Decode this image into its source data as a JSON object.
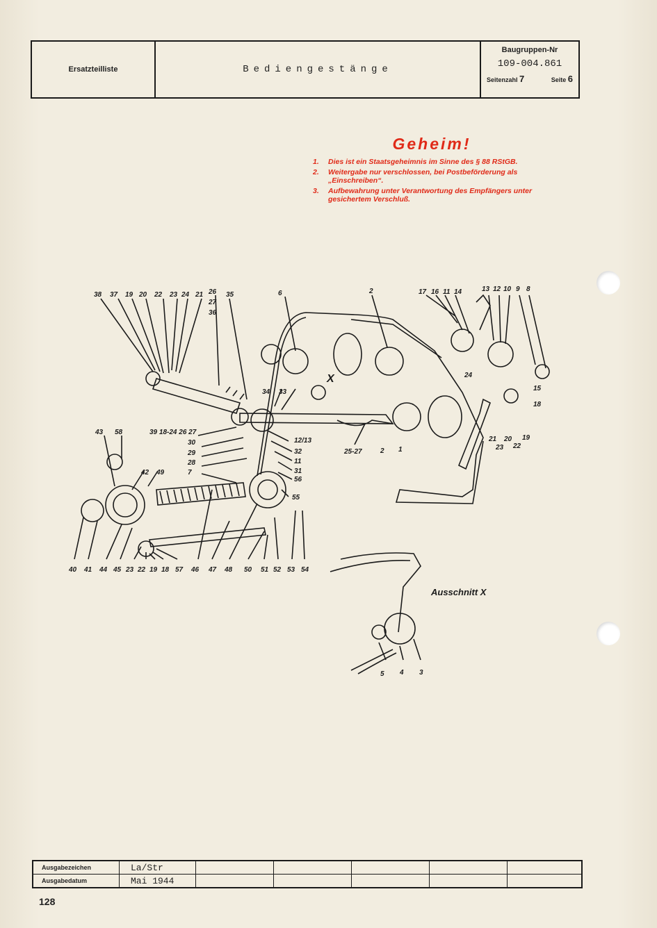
{
  "header": {
    "left_label": "Ersatzteilliste",
    "title": "Bediengestänge",
    "group_label": "Baugruppen-Nr",
    "group_number": "109-004.861",
    "page_count_label": "Seitenzahl",
    "page_count": "7",
    "page_label": "Seite",
    "page": "6"
  },
  "secret": {
    "title": "Geheim!",
    "items": [
      {
        "n": "1.",
        "text": "Dies ist ein Staatsgeheimnis im Sinne des § 88 RStGB."
      },
      {
        "n": "2.",
        "text": "Weitergabe nur verschlossen, bei Postbeförderung als „Einschreiben“."
      },
      {
        "n": "3.",
        "text": "Aufbewahrung unter Verantwortung des Empfängers unter gesichertem Verschluß."
      }
    ],
    "color": "#e02a18"
  },
  "diagram": {
    "labels_top_left": [
      "38",
      "37",
      "19",
      "20",
      "22",
      "23",
      "24",
      "21",
      "26",
      "27",
      "36",
      "35"
    ],
    "label_6": "6",
    "label_2": "2",
    "label_2b": "2",
    "label_1": "1",
    "label_x": "X",
    "labels_top_right": [
      "17",
      "16",
      "11",
      "14",
      "13",
      "12",
      "10",
      "9",
      "8"
    ],
    "labels_right": [
      "24",
      "15",
      "18",
      "21",
      "23",
      "20",
      "22",
      "19"
    ],
    "label_34": "34",
    "label_33": "33",
    "label_group": "39 18-24 26 27",
    "labels_mid_left": [
      "30",
      "29",
      "28",
      "7"
    ],
    "labels_mid_right": [
      "12/13",
      "32",
      "11",
      "31",
      "56",
      "55"
    ],
    "label_25_27": "25-27",
    "label_43": "43",
    "label_58": "58",
    "label_42": "42",
    "label_49": "49",
    "labels_bottom": [
      "40",
      "41",
      "44",
      "45",
      "23",
      "22",
      "19",
      "18",
      "57",
      "46",
      "47",
      "48",
      "50",
      "51",
      "52",
      "53",
      "54"
    ],
    "detail_label": "Ausschnitt X",
    "labels_detail": [
      "5",
      "4",
      "3"
    ]
  },
  "footer": {
    "rows": [
      {
        "label": "Ausgabezeichen",
        "value": "La/Str"
      },
      {
        "label": "Ausgabedatum",
        "value": "Mai 1944"
      }
    ],
    "page_number": "128"
  }
}
